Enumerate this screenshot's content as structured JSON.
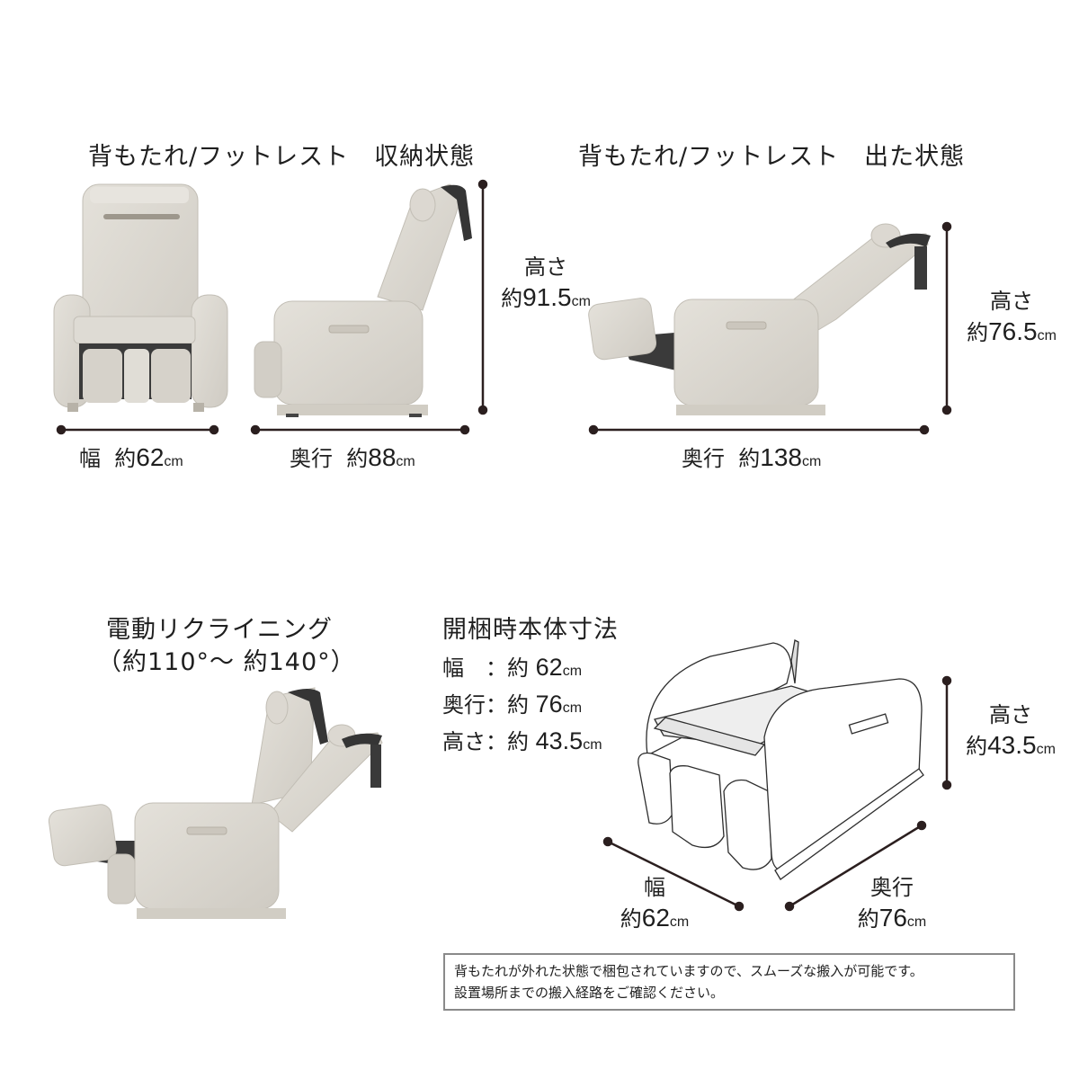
{
  "sections": {
    "stored": {
      "title": "背もたれ/フットレスト　収納状態",
      "height_label": "高さ",
      "height_prefix": "約",
      "height_value": "91.5",
      "width_label": "幅",
      "width_prefix": "約",
      "width_value": "62",
      "depth_label": "奥行",
      "depth_prefix": "約",
      "depth_value": "88"
    },
    "extended": {
      "title": "背もたれ/フットレスト　出た状態",
      "height_label": "高さ",
      "height_prefix": "約",
      "height_value": "76.5",
      "depth_label": "奥行",
      "depth_prefix": "約",
      "depth_value": "138"
    },
    "reclining": {
      "title_line1": "電動リクライニング",
      "title_line2": "（約110°～ 約140°）"
    },
    "unpacked": {
      "title": "開梱時本体寸法",
      "specs": [
        {
          "label": "幅　",
          "sep": "：約",
          "value": "62"
        },
        {
          "label": "奥行",
          "sep": "：約",
          "value": "76"
        },
        {
          "label": "高さ",
          "sep": "：約",
          "value": "43.5"
        }
      ],
      "height_label": "高さ",
      "height_prefix": "約",
      "height_value": "43.5",
      "width_label": "幅",
      "width_prefix": "約",
      "width_value": "62",
      "depth_label": "奥行",
      "depth_prefix": "約",
      "depth_value": "76"
    }
  },
  "unit": "cm",
  "note": {
    "line1": "背もたれが外れた状態で梱包されていますので、スムーズな搬入が可能です。",
    "line2": "設置場所までの搬入経路をご確認ください。"
  },
  "colors": {
    "chair_body": "#d9d6cf",
    "chair_shade": "#c8c4bb",
    "chair_dark": "#3a3a3a",
    "dimension_line": "#2b1f1f",
    "note_border": "#8a8a8a"
  }
}
